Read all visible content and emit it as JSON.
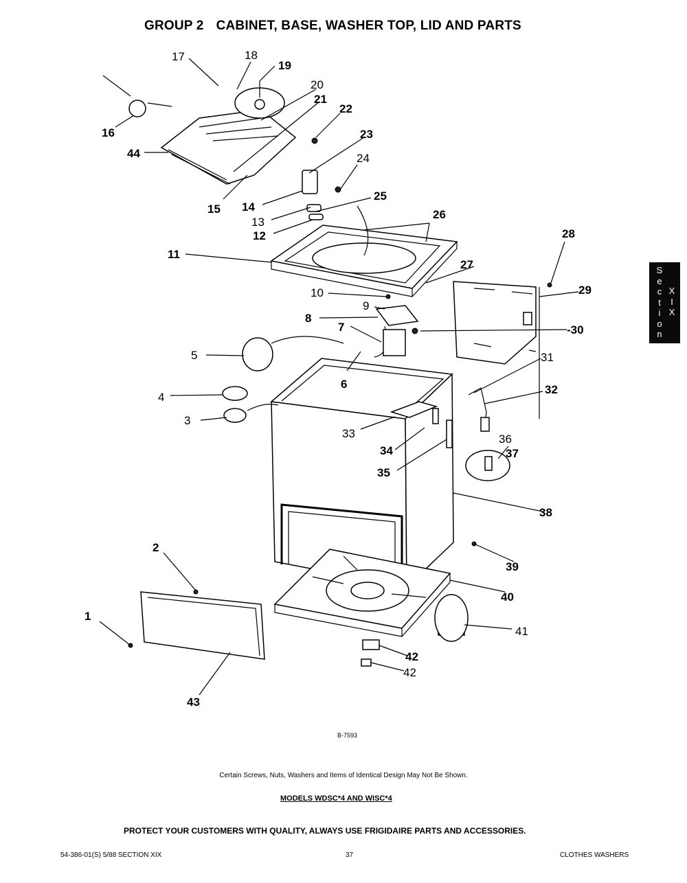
{
  "title": {
    "group": "GROUP 2",
    "text": "CABINET, BASE, WASHER TOP, LID AND PARTS"
  },
  "section_tab": {
    "word": [
      "S",
      "e",
      "c",
      "t",
      "i",
      "o",
      "n"
    ],
    "numeral": [
      "X",
      "I",
      "X"
    ]
  },
  "callouts": [
    "1",
    "2",
    "3",
    "4",
    "5",
    "6",
    "7",
    "8",
    "9",
    "10",
    "11",
    "12",
    "13",
    "14",
    "15",
    "16",
    "17",
    "18",
    "19",
    "20",
    "21",
    "22",
    "23",
    "24",
    "25",
    "26",
    "27",
    "28",
    "29",
    "-30",
    "31",
    "32",
    "33",
    "34",
    "35",
    "36",
    "37",
    "38",
    "39",
    "40",
    "41",
    "42",
    "42",
    "43",
    "44"
  ],
  "drawing_ref": "B-7593",
  "note": "Certain Screws, Nuts, Washers and Items of Identical Design May Not Be Shown.",
  "models": "MODELS WDSC*4 AND WISC*4",
  "protect": "PROTECT YOUR CUSTOMERS WITH QUALITY, ALWAYS USE FRIGIDAIRE PARTS AND ACCESSORIES.",
  "footer": {
    "left": "54-386-01(S) 5/88  SECTION XIX",
    "page": "37",
    "right": "CLOTHES WASHERS"
  }
}
